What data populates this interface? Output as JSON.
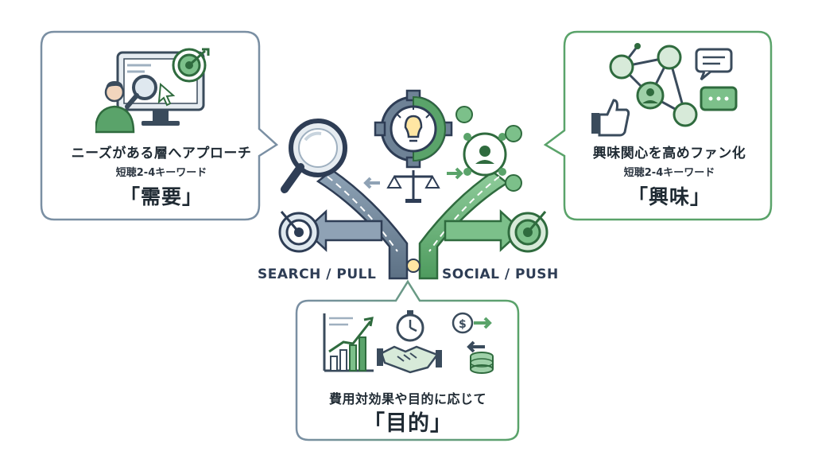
{
  "left_box": {
    "title": "ニーズがある層へアプローチ",
    "subtitle": "短聴2-4キーワード",
    "keyword": "「需要」",
    "icons": [
      "person-icon",
      "magnifier-icon",
      "monitor-icon",
      "target-icon"
    ]
  },
  "right_box": {
    "title": "興味関心を高めファン化",
    "subtitle": "短聴2-4キーワード",
    "keyword": "「興味」",
    "icons": [
      "network-icon",
      "chat-bubble-icon",
      "thumbs-up-icon"
    ]
  },
  "bottom_box": {
    "title": "費用対効果や目的に応じて",
    "keyword": "「目的」",
    "icons": [
      "growth-chart-icon",
      "stopwatch-icon",
      "handshake-icon",
      "money-exchange-icon"
    ]
  },
  "center": {
    "left_label": "SEARCH / PULL",
    "right_label": "SOCIAL / PUSH",
    "icons": [
      "gear-bulb-icon",
      "scale-icon",
      "magnifier-icon",
      "social-network-icon",
      "target-icon"
    ]
  },
  "colors": {
    "slate": "#6e8296",
    "green": "#5aa36a",
    "dark_green": "#2f6b3e",
    "navy": "#2e3d55"
  }
}
